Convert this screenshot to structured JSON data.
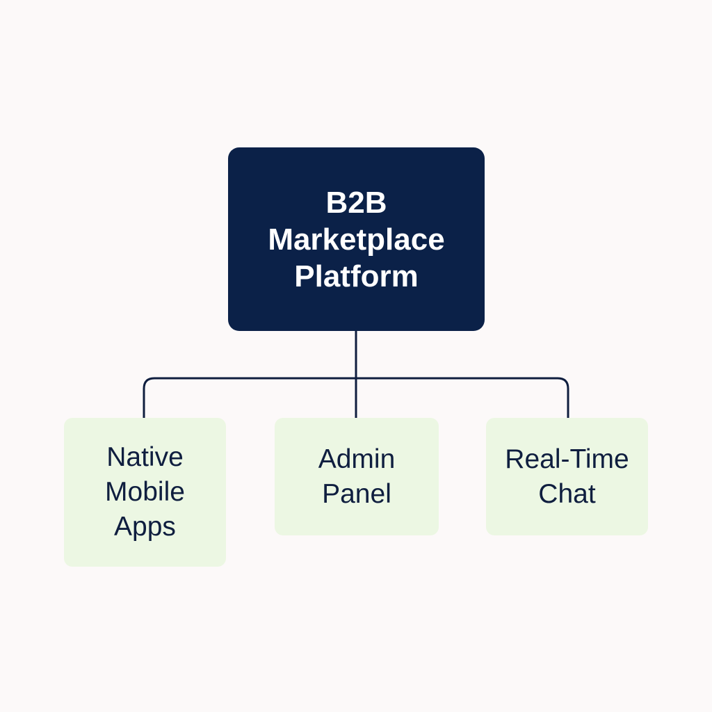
{
  "diagram": {
    "root": {
      "label": "B2B\nMarketplace\nPlatform"
    },
    "children": [
      {
        "label": "Native\nMobile\nApps"
      },
      {
        "label": "Admin\nPanel"
      },
      {
        "label": "Real-Time\nChat"
      }
    ]
  },
  "colors": {
    "background": "#fcf9f9",
    "root_fill": "#0b2148",
    "root_text": "#ffffff",
    "child_fill": "#ecf7e3",
    "child_text": "#0f1e3f",
    "connector": "#0f1e3f"
  }
}
